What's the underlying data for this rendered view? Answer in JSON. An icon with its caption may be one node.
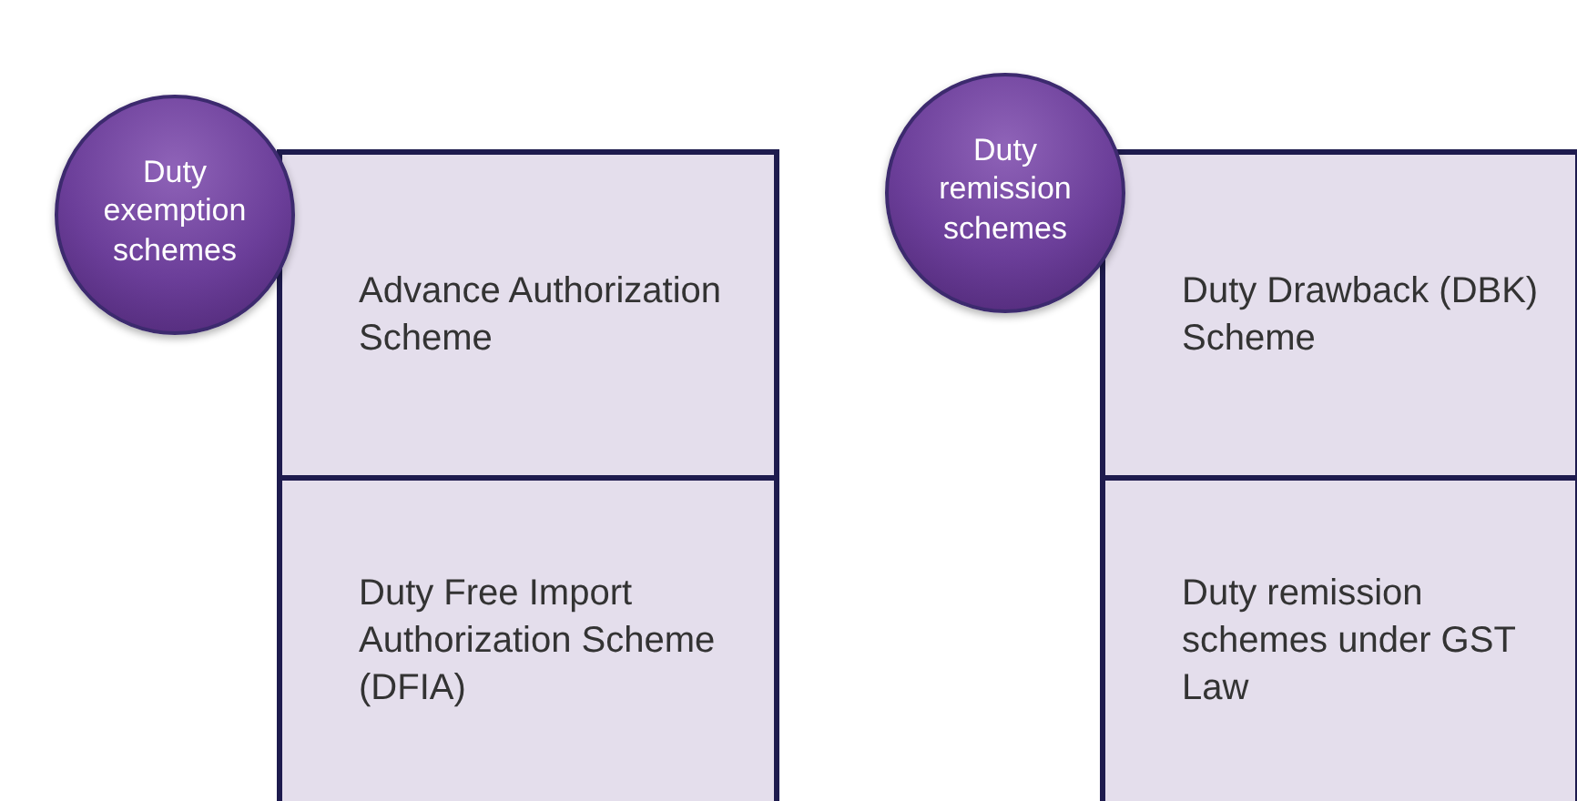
{
  "diagram": {
    "nodes": [
      {
        "text": [
          "Duty exemption schemes"
        ]
      },
      {
        "text": [
          "Advance Authorization Scheme"
        ]
      },
      {
        "text": [
          "Duty Free Import Authorization Scheme (DFIA)"
        ]
      },
      {
        "text": [
          "Duty remission schemes"
        ]
      },
      {
        "text": [
          "Duty Drawback (DBK) Scheme"
        ]
      },
      {
        "text": [
          "Duty remission schemes under GST Law"
        ]
      }
    ]
  }
}
